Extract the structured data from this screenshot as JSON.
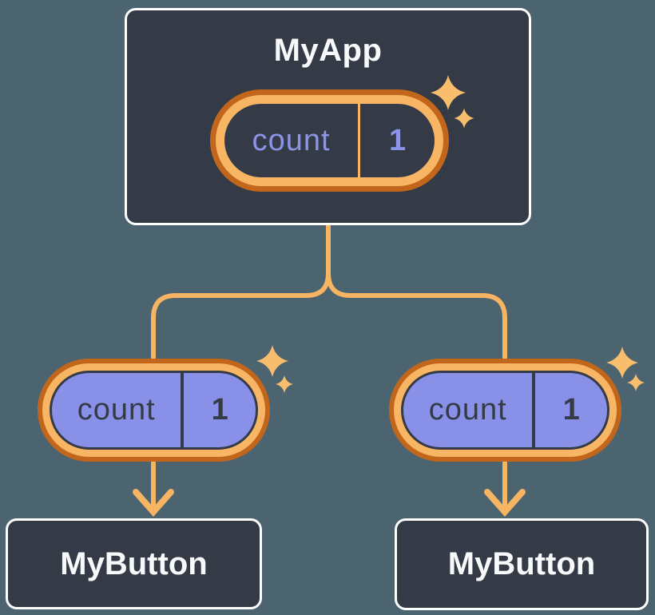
{
  "diagram": {
    "root": {
      "title": "MyApp",
      "state": {
        "name": "count",
        "value": "1"
      }
    },
    "children": [
      {
        "title": "MyButton",
        "prop": {
          "name": "count",
          "value": "1"
        }
      },
      {
        "title": "MyButton",
        "prop": {
          "name": "count",
          "value": "1"
        }
      }
    ]
  },
  "colors": {
    "background": "#4B646F",
    "node-fill": "#343B46",
    "node-border": "#FFFFFF",
    "orange-dark": "#C2661C",
    "orange-light": "#F8B564",
    "connector": "#F7B462",
    "sparkle": "#F8BE6E",
    "periwinkle": "#8990E8",
    "periwinkle-text": "#8C94E8",
    "text-light": "#F7F9FA",
    "text-dark": "#343B46"
  }
}
